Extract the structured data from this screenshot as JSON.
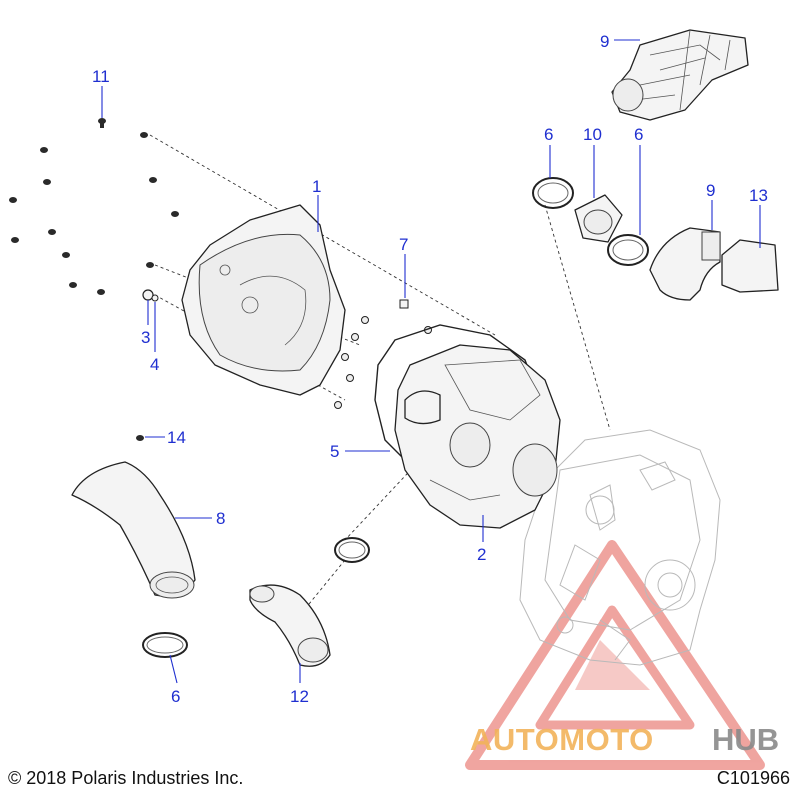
{
  "diagram": {
    "callouts": [
      "11",
      "1",
      "7",
      "3",
      "4",
      "5",
      "2",
      "14",
      "8",
      "6",
      "12",
      "9",
      "6",
      "10",
      "6",
      "9",
      "13"
    ]
  },
  "footer": {
    "copyright": "© 2018 Polaris Industries Inc.",
    "diagram_id": "C101966"
  },
  "watermark": {
    "text_part1": "AUTOMOTO",
    "text_part2": "HUB",
    "color_primary": "#e35b52",
    "color_secondary": "#f2b35a",
    "color_hub": "#8a8a8a"
  },
  "colors": {
    "callout": "#1f2fd0",
    "line_art": "#222222"
  }
}
